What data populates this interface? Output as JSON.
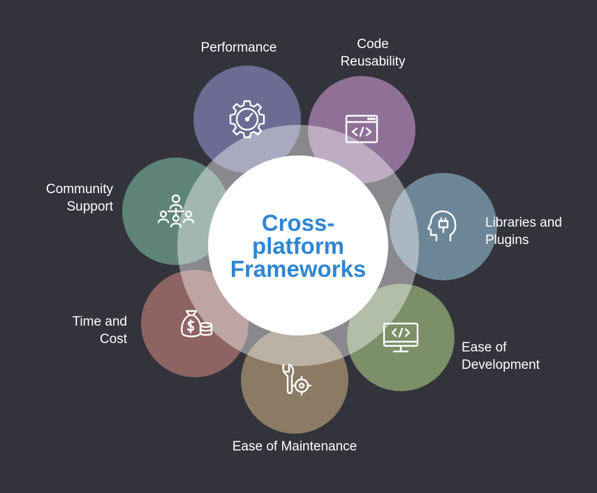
{
  "center": {
    "title": "Cross-\nplatform\nFrameworks",
    "color": "#2f86d3"
  },
  "background": "#33333c",
  "items": [
    {
      "label": "Performance",
      "icon": "gauge-gear-icon",
      "color": "#6b6b93"
    },
    {
      "label": "Code\nReusability",
      "icon": "code-window-icon",
      "color": "#8f7197"
    },
    {
      "label": "Libraries and\nPlugins",
      "icon": "head-plug-icon",
      "color": "#6d8697"
    },
    {
      "label": "Ease of\nDevelopment",
      "icon": "code-monitor-icon",
      "color": "#7b8f68"
    },
    {
      "label": "Ease of Maintenance",
      "icon": "wrench-gear-icon",
      "color": "#8b7a64"
    },
    {
      "label": "Time and\nCost",
      "icon": "money-bag-coins-icon",
      "color": "#8e6462"
    },
    {
      "label": "Community\nSupport",
      "icon": "people-network-icon",
      "color": "#5e8478"
    }
  ]
}
